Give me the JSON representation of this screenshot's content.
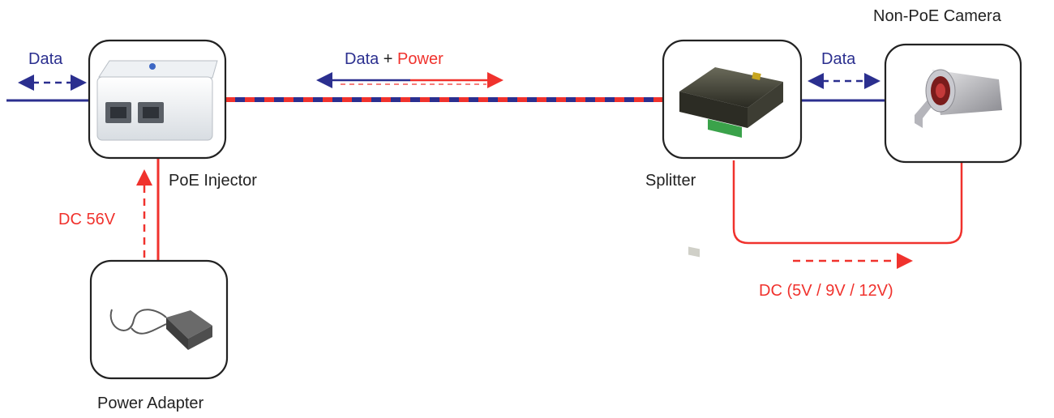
{
  "labels": {
    "data_left": "Data",
    "data_plus": "Data",
    "plus": " + ",
    "power": "Power",
    "data_right": "Data",
    "dc_in": "DC 56V",
    "dc_out": "DC (5V / 9V / 12V)"
  },
  "devices": {
    "injector": "PoE Injector",
    "splitter": "Splitter",
    "camera": "Non-PoE Camera",
    "adapter": "Power Adapter"
  },
  "colors": {
    "data": "#2b2f8f",
    "power": "#f0322d",
    "box_border": "#222222"
  }
}
